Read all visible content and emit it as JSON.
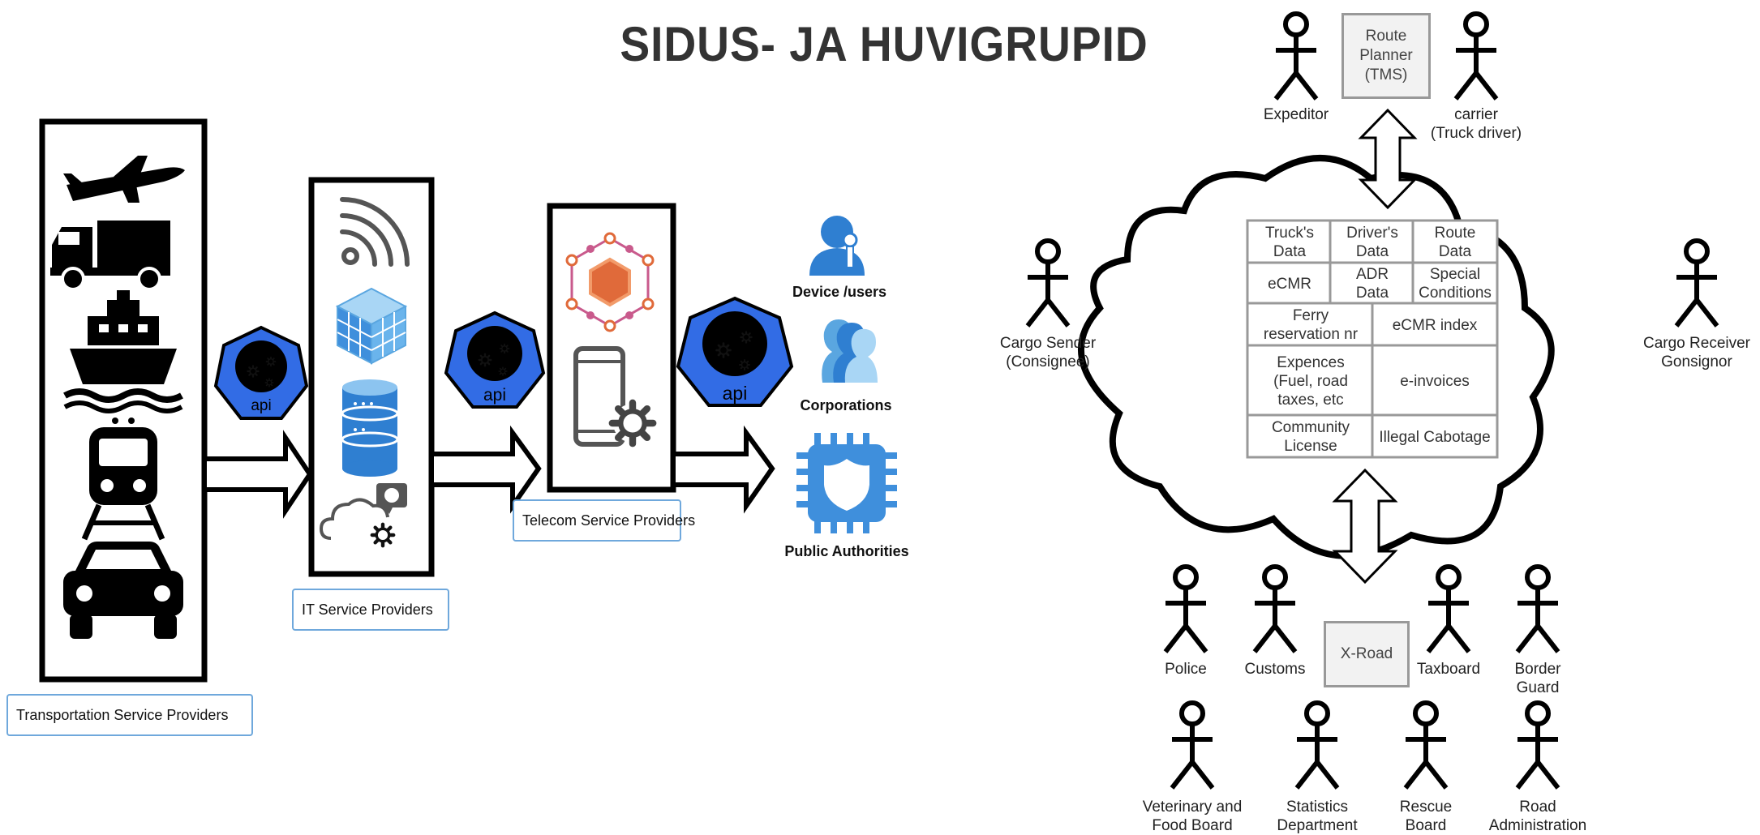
{
  "title": "SIDUS- JA HUVIGRUPID",
  "left": {
    "provider_labels": {
      "transport": "Transportation Service Providers",
      "it": "IT Service Providers",
      "telecom": "Telecom Service Providers"
    },
    "api_label": "api",
    "categories": {
      "devices": "Device /users",
      "corporations": "Corporations",
      "authorities": "Public Authorities"
    },
    "icons": {
      "transport": [
        "airplane-icon",
        "truck-icon",
        "ship-icon",
        "train-icon",
        "car-icon"
      ],
      "it": [
        "wifi-icon",
        "cube-grid-icon",
        "database-icon",
        "cloud-gear-icon"
      ],
      "telecom": [
        "hexagon-network-icon",
        "mobile-gear-icon"
      ]
    }
  },
  "right": {
    "route_planner": [
      "Route",
      "Planner",
      "(TMS)"
    ],
    "xroad": "X-Road",
    "top_actors": {
      "expeditor": [
        "Expeditor"
      ],
      "carrier": [
        "carrier",
        "(Truck driver)"
      ]
    },
    "side_actors": {
      "sender": [
        "Cargo Sender",
        "(Consignee)"
      ],
      "receiver": [
        "Cargo Receiver",
        "Gonsignor"
      ]
    },
    "bottom_actors_row1": [
      [
        "Police"
      ],
      [
        "Customs"
      ],
      [
        "Taxboard"
      ],
      [
        "Border",
        "Guard"
      ]
    ],
    "bottom_actors_row2": [
      [
        "Veterinary and",
        "Food Board"
      ],
      [
        "Statistics",
        "Department"
      ],
      [
        "Rescue",
        "Board"
      ],
      [
        "Road",
        "Administration"
      ]
    ],
    "data_table": {
      "row1": [
        [
          "Truck's",
          "Data"
        ],
        [
          "Driver's",
          "Data"
        ],
        [
          "Route",
          "Data"
        ]
      ],
      "row2": [
        [
          "eCMR"
        ],
        [
          "ADR",
          "Data"
        ],
        [
          "Special",
          "Conditions"
        ]
      ],
      "row3": [
        [
          "Ferry",
          "reservation nr"
        ],
        [
          "eCMR index"
        ]
      ],
      "row4": [
        [
          "Expences",
          "(Fuel, road",
          "taxes, etc"
        ],
        [
          "e-invoices"
        ]
      ],
      "row5": [
        [
          "Community",
          "License"
        ],
        [
          "Illegal Cabotage"
        ]
      ]
    }
  },
  "colors": {
    "api_blue": "#326ce5",
    "label_border": "#6fa8dc",
    "icon_blue": "#2f7fd1",
    "telecom_orange": "#e06a3a"
  }
}
